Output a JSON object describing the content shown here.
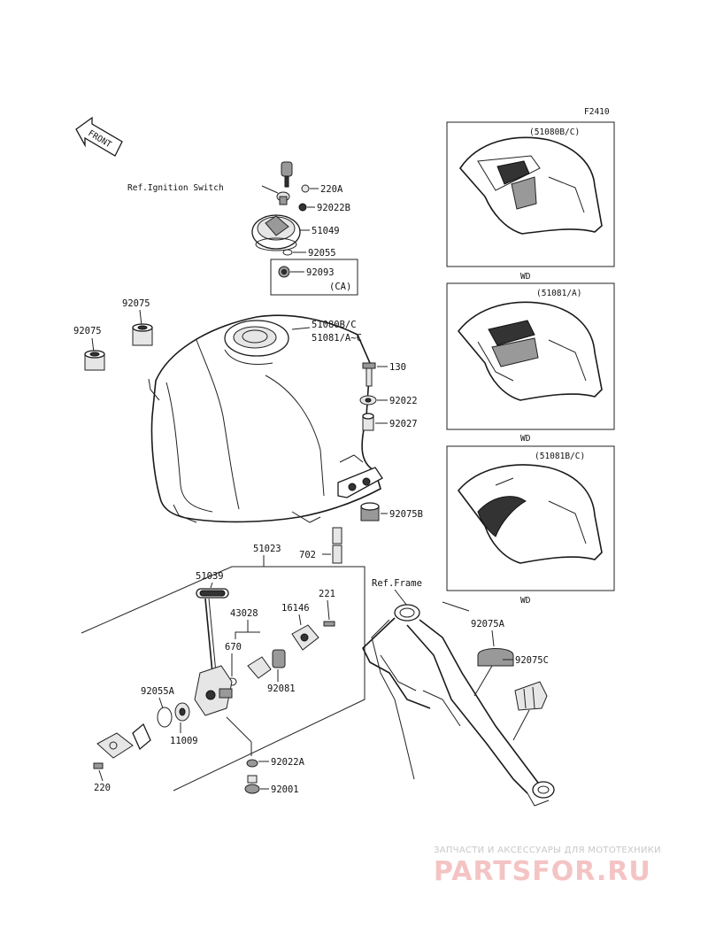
{
  "diagram_code": "F2410",
  "front_arrow": "FRONT",
  "callouts": {
    "ref_ignition": "Ref.Ignition Switch",
    "p220A": "220A",
    "p92022B": "92022B",
    "p51049": "51049",
    "p92055": "92055",
    "p92093": "92093",
    "ca": "(CA)",
    "p92075_top": "92075",
    "p92075_left": "92075",
    "tank_a": "51080B/C",
    "tank_b": "51081/A~C",
    "p130": "130",
    "p92022": "92022",
    "p92027": "92027",
    "p92075B": "92075B",
    "p702": "702",
    "p51023": "51023",
    "p51039": "51039",
    "p221": "221",
    "p16146": "16146",
    "p43028": "43028",
    "p670": "670",
    "p92081": "92081",
    "p92055A": "92055A",
    "p11009": "11009",
    "p220": "220",
    "p92022A": "92022A",
    "p92001": "92001",
    "ref_frame": "Ref.Frame",
    "p92075A": "92075A",
    "p92075C": "92075C"
  },
  "panels": [
    {
      "code": "(51080B/C)",
      "caption": "WD"
    },
    {
      "code": "(51081/A)",
      "caption": "WD"
    },
    {
      "code": "(51081B/C)",
      "caption": "WD"
    }
  ],
  "watermark": {
    "line1": "ЗАПЧАСТИ И АКСЕССУАРЫ ДЛЯ МОТОТЕХНИКИ",
    "line2": "PARTSFOR.RU"
  }
}
